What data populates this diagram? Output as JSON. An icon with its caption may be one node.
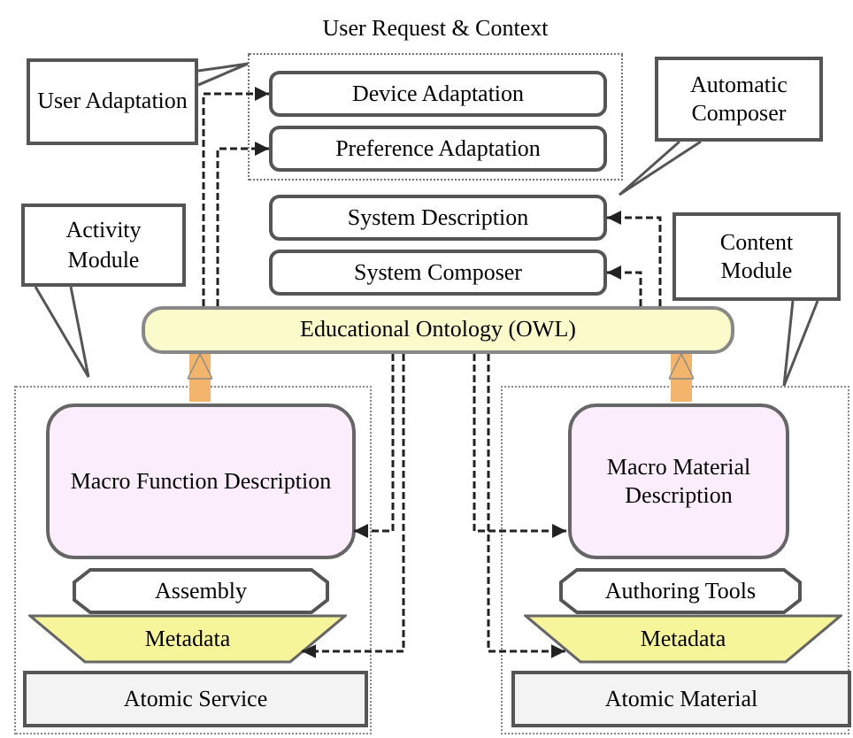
{
  "diagram": {
    "nodes": [
      {
        "text": [
          "User Request & Context"
        ]
      },
      {
        "text": [
          "Device Adaptation"
        ],
        "in": 0
      },
      {
        "text": [
          "Preference Adaptation"
        ],
        "in": 0
      },
      {
        "text": [
          "User Adaptation"
        ]
      },
      {
        "text": [
          "Automatic Composer"
        ]
      },
      {
        "text": [
          "System Description"
        ]
      },
      {
        "text": [
          "System Composer"
        ]
      },
      {
        "text": [
          "Activity Module"
        ]
      },
      {
        "text": [
          "Content Module"
        ]
      },
      {
        "text": [
          "Educational Ontology (OWL)"
        ]
      },
      {
        "text": [],
        "shape": "box"
      },
      {
        "text": [
          "Macro Function Description"
        ],
        "in": 10
      },
      {
        "text": [
          "Assembly"
        ],
        "in": 10
      },
      {
        "text": [
          "Metadata"
        ],
        "in": 10
      },
      {
        "text": [
          "Atomic Service"
        ],
        "in": 10
      },
      {
        "text": [],
        "shape": "box"
      },
      {
        "text": [
          "Macro Material Description"
        ],
        "in": 15
      },
      {
        "text": [
          "Authoring Tools"
        ],
        "in": 15
      },
      {
        "text": [
          "Metadata"
        ],
        "in": 15
      },
      {
        "text": [
          "Atomic Material"
        ],
        "in": 15
      }
    ],
    "edges": [
      {
        "from": 9,
        "to": 1,
        "arrow": "to",
        "style": "dashed"
      },
      {
        "from": 9,
        "to": 2,
        "arrow": "to",
        "style": "dashed"
      },
      {
        "from": 9,
        "to": 5,
        "arrow": "to",
        "style": "dashed"
      },
      {
        "from": 9,
        "to": 6,
        "arrow": "to",
        "style": "dashed"
      },
      {
        "from": 11,
        "to": 9,
        "arrow": "to",
        "style": "thick",
        "color": "#f2b56b"
      },
      {
        "from": 16,
        "to": 9,
        "arrow": "to",
        "style": "thick",
        "color": "#f2b56b"
      },
      {
        "from": 9,
        "to": 11,
        "arrow": "to",
        "style": "dashed"
      },
      {
        "from": 9,
        "to": 13,
        "arrow": "to",
        "style": "dashed"
      },
      {
        "from": 9,
        "to": 16,
        "arrow": "to",
        "style": "dashed"
      },
      {
        "from": 9,
        "to": 18,
        "arrow": "to",
        "style": "dashed"
      }
    ]
  }
}
